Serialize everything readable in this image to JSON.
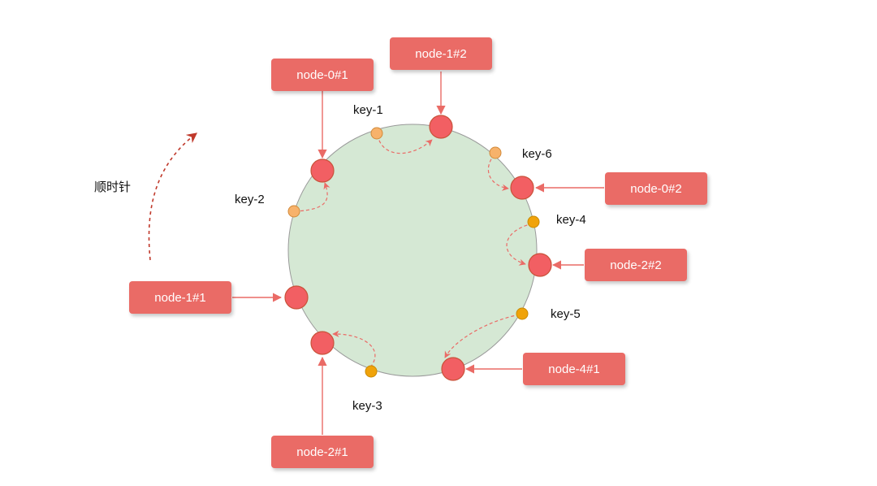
{
  "caption": "顺时针",
  "colors": {
    "ring_fill": "#d5e8d4",
    "ring_stroke": "#9a9a9a",
    "node": "#f25f63",
    "node_stroke": "#c9523a",
    "key": "#f7b26b",
    "key_dark": "#f0a30a",
    "arrow": "#ea6b66",
    "label_bg": "#ea6b66",
    "rotation_arrow": "#c0392b"
  },
  "nodes": [
    {
      "label": "node-0#1"
    },
    {
      "label": "node-1#2"
    },
    {
      "label": "node-0#2"
    },
    {
      "label": "node-2#2"
    },
    {
      "label": "node-4#1"
    },
    {
      "label": "node-2#1"
    },
    {
      "label": "node-1#1"
    }
  ],
  "keys": [
    {
      "label": "key-1"
    },
    {
      "label": "key-6"
    },
    {
      "label": "key-4"
    },
    {
      "label": "key-5"
    },
    {
      "label": "key-3"
    },
    {
      "label": "key-2"
    }
  ]
}
